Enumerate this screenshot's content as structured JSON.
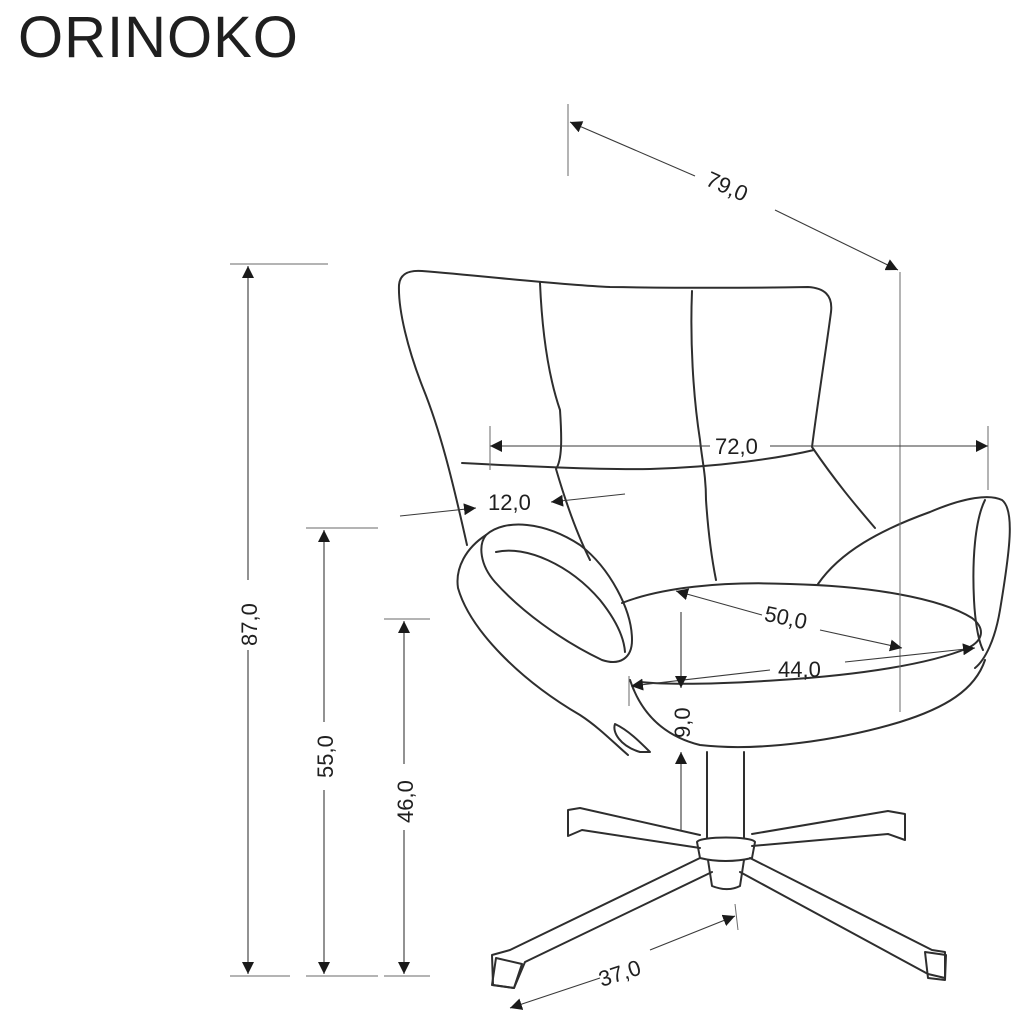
{
  "title": "ORINOKO",
  "dimensions": {
    "depth": "79,0",
    "seat_width": "72,0",
    "armrest_width": "12,0",
    "seat_diagonal": "50,0",
    "seat_depth": "44,0",
    "seat_thickness": "9,0",
    "base": "37,0",
    "total_height": "87,0",
    "armrest_height": "55,0",
    "seat_height": "46,0"
  }
}
